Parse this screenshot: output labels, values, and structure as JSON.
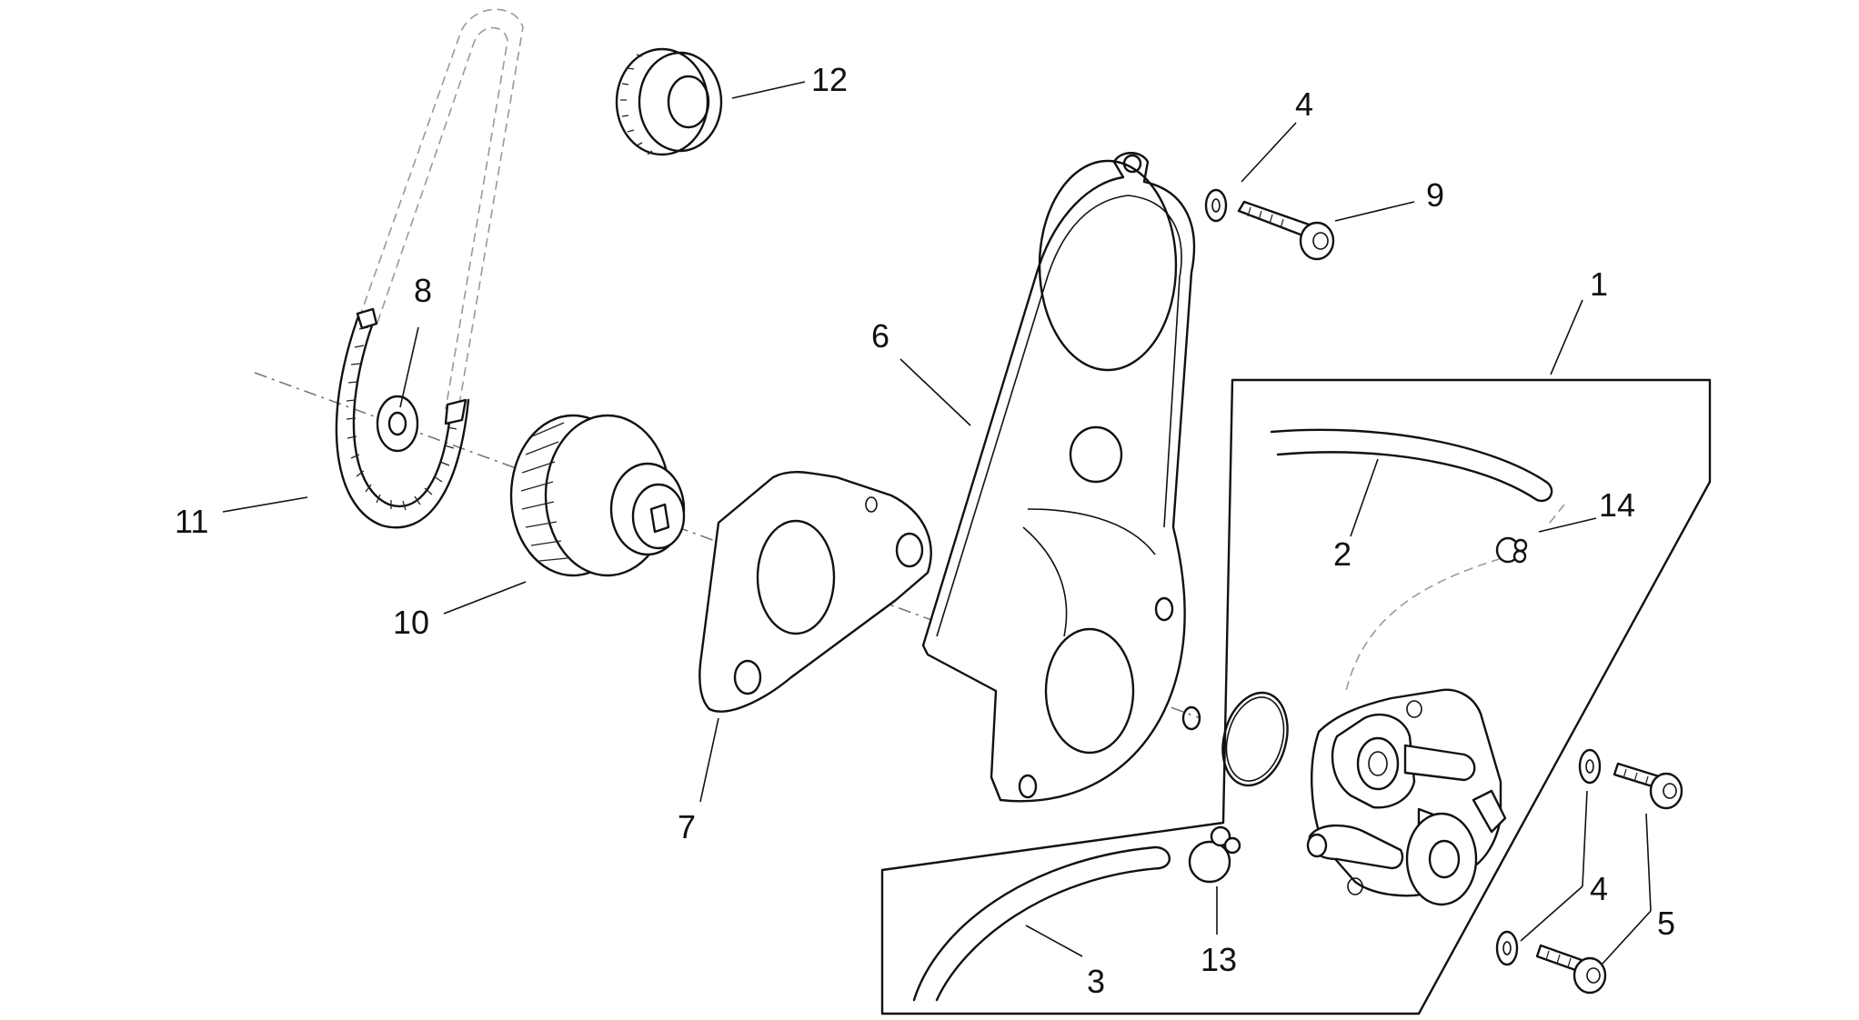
{
  "diagram": {
    "callouts": [
      {
        "id": "c1",
        "text": "1"
      },
      {
        "id": "c2",
        "text": "2"
      },
      {
        "id": "c3",
        "text": "3"
      },
      {
        "id": "c4a",
        "text": "4"
      },
      {
        "id": "c4b",
        "text": "4"
      },
      {
        "id": "c5",
        "text": "5"
      },
      {
        "id": "c6",
        "text": "6"
      },
      {
        "id": "c7",
        "text": "7"
      },
      {
        "id": "c8",
        "text": "8"
      },
      {
        "id": "c9",
        "text": "9"
      },
      {
        "id": "c10",
        "text": "10"
      },
      {
        "id": "c11",
        "text": "11"
      },
      {
        "id": "c12",
        "text": "12"
      },
      {
        "id": "c13",
        "text": "13"
      },
      {
        "id": "c14",
        "text": "14"
      }
    ]
  }
}
